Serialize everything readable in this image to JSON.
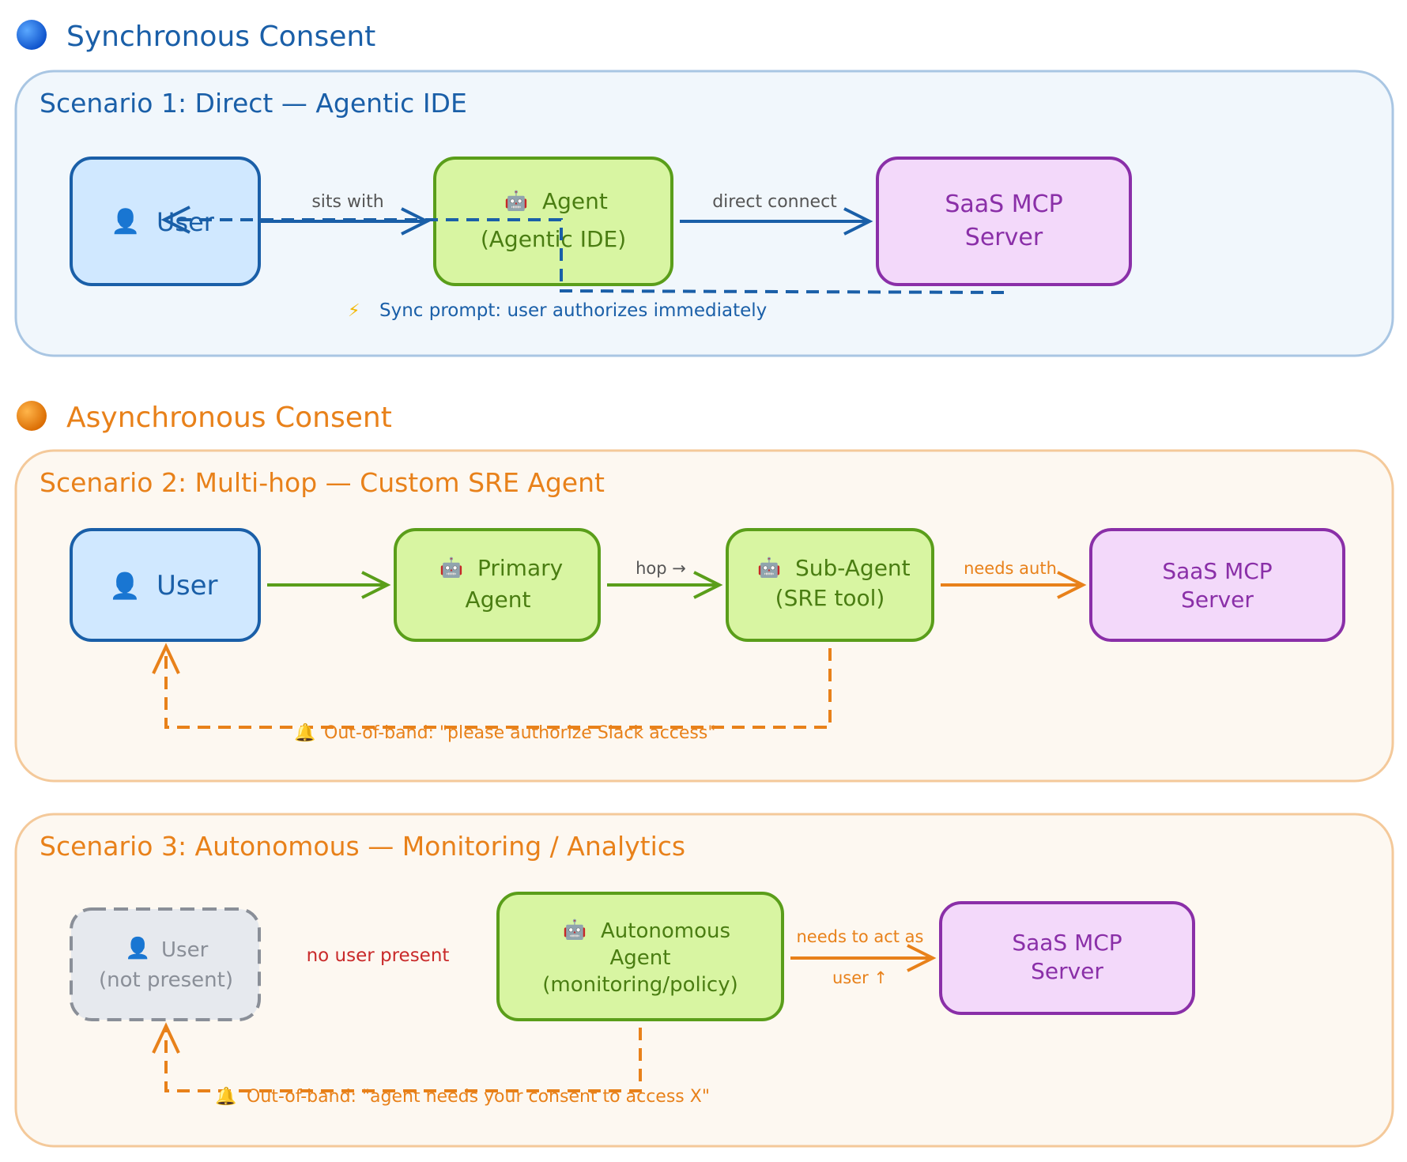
{
  "colors": {
    "sync": "#1a5fa8",
    "async": "#e8811a",
    "agent_fill": "#d8f5a2",
    "agent_stroke": "#5a9e1a",
    "user_fill": "#d0e8ff",
    "user_stroke": "#1a5fa8",
    "saas_fill": "#f3d9fa",
    "saas_stroke": "#8a2fa8",
    "absent_fill": "#e6e9ee",
    "absent_stroke": "#8a8f98",
    "red": "#c92a2a",
    "sync_bg": "#f1f7fc",
    "async_bg": "#fdf8f1"
  },
  "sync_section": {
    "title": "Synchronous Consent",
    "scenario1": {
      "title": "Scenario 1: Direct — Agentic IDE",
      "user": "User",
      "agent_line1": "Agent",
      "agent_line2": "(Agentic IDE)",
      "saas_line1": "SaaS MCP",
      "saas_line2": "Server",
      "edge_user_agent": "sits with",
      "edge_agent_saas": "direct connect",
      "note": "Sync prompt: user authorizes immediately"
    }
  },
  "async_section": {
    "title": "Asynchronous Consent",
    "scenario2": {
      "title": "Scenario 2: Multi-hop — Custom SRE Agent",
      "user": "User",
      "primary_line1": "Primary",
      "primary_line2": "Agent",
      "sub_line1": "Sub-Agent",
      "sub_line2": "(SRE tool)",
      "saas_line1": "SaaS MCP",
      "saas_line2": "Server",
      "edge_hop": "hop →",
      "edge_auth": "needs auth",
      "note": "Out-of-band: \"please authorize Slack access\""
    },
    "scenario3": {
      "title": "Scenario 3: Autonomous — Monitoring / Analytics",
      "user_line1": "User",
      "user_line2": "(not present)",
      "no_user": "no user present",
      "agent_line1": "Autonomous",
      "agent_line2": "Agent",
      "agent_line3": "(monitoring/policy)",
      "saas_line1": "SaaS MCP",
      "saas_line2": "Server",
      "edge_top": "needs to act as",
      "edge_bottom": "user ↑",
      "note": "Out-of-band: \"agent needs your consent to access X\""
    }
  }
}
